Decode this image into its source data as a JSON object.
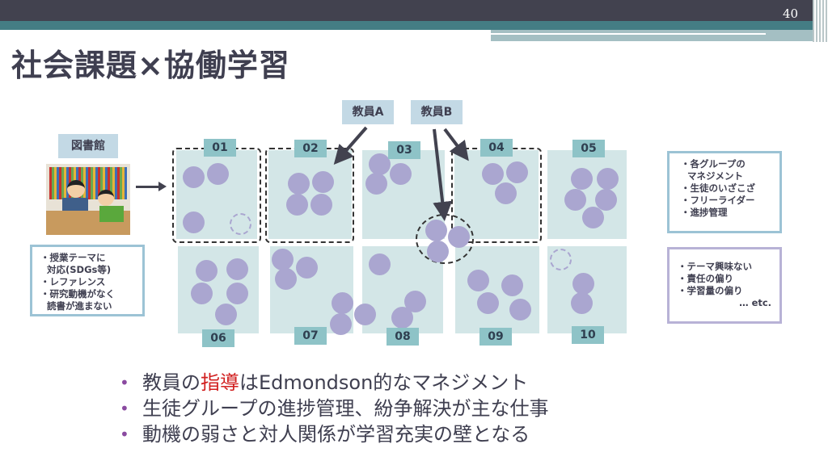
{
  "slide": {
    "page_number": "40",
    "title": "社会課題×協働学習"
  },
  "library": {
    "label": "図書館",
    "notes": "・授業テーマに\n  対応(SDGs等)\n・レファレンス\n・研究動機がなく\n  読書が進まない"
  },
  "teachers": {
    "a": "教員A",
    "b": "教員B"
  },
  "groups": [
    "01",
    "02",
    "03",
    "04",
    "05",
    "06",
    "07",
    "08",
    "09",
    "10"
  ],
  "teacher_issues": "・各グループの\n  マネジメント\n・生徒のいざこざ\n・フリーライダー\n・進捗管理",
  "student_issues": "・テーマ興味ない\n・責任の偏り\n・学習量の偏り\n                   … etc.",
  "bullets": {
    "b1_pre": "教員の",
    "b1_red": "指導",
    "b1_post": "はEdmondson的なマネジメント",
    "b2": "生徒グループの進捗管理、紛争解決が主な仕事",
    "b3": "動機の弱さと対人関係が学習充実の壁となる"
  },
  "colors": {
    "accent_red": "#d11f1f",
    "bullet": "#8a4aa0",
    "tile": "#d3e6e7",
    "member": "#aaa6d0"
  }
}
